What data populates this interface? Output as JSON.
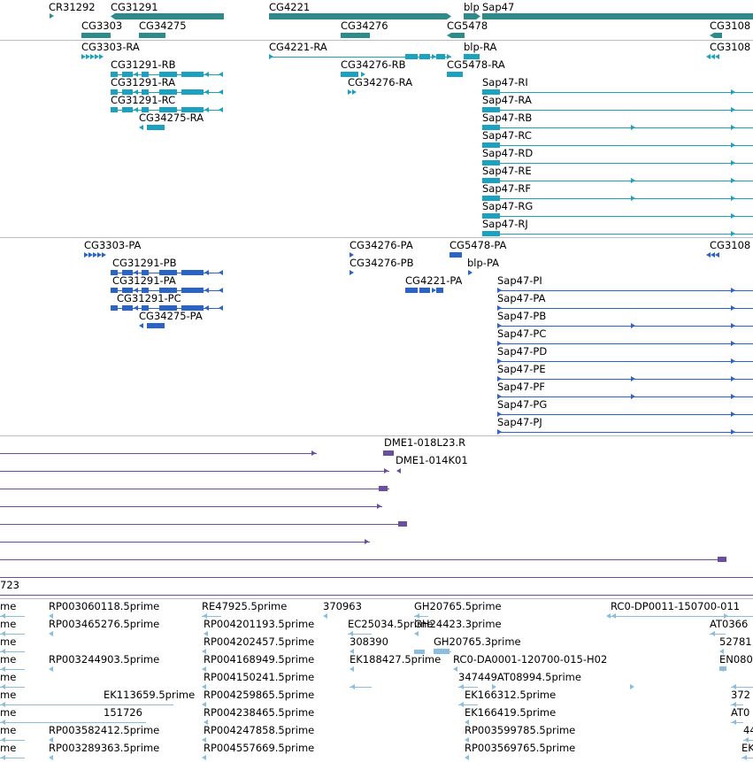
{
  "colors": {
    "gene": "#2e8b8b",
    "transcript": "#1ba2c0",
    "protein": "#2b64c9",
    "clone": "#6a4fa0",
    "est": "#8bbde0",
    "divider": "#b9bec4"
  },
  "gene_track": {
    "labels": [
      "CR31292",
      "CG31291",
      "CG3303",
      "CG34275",
      "CG4221",
      "CG34276",
      "blp",
      "Sap47",
      "CG5478",
      "CG3108"
    ]
  },
  "transcript_track": {
    "labels": [
      "CG3303-RA",
      "CG31291-RB",
      "CG31291-RA",
      "CG31291-RC",
      "CG34275-RA",
      "CG4221-RA",
      "CG34276-RB",
      "CG34276-RA",
      "blp-RA",
      "CG5478-RA",
      "CG3108",
      "Sap47-RI",
      "Sap47-RA",
      "Sap47-RB",
      "Sap47-RC",
      "Sap47-RD",
      "Sap47-RE",
      "Sap47-RF",
      "Sap47-RG",
      "Sap47-RJ"
    ]
  },
  "protein_track": {
    "labels": [
      "CG3303-PA",
      "CG34276-PA",
      "CG5478-PA",
      "CG3108",
      "CG31291-PB",
      "CG34276-PB",
      "blp-PA",
      "CG31291-PA",
      "CG4221-PA",
      "CG31291-PC",
      "CG34275-PA",
      "Sap47-PI",
      "Sap47-PA",
      "Sap47-PB",
      "Sap47-PC",
      "Sap47-PD",
      "Sap47-PE",
      "Sap47-PF",
      "Sap47-PG",
      "Sap47-PJ"
    ]
  },
  "clone_track": {
    "labels": [
      "DME1-018L23.R",
      "DME1-014K01",
      "723"
    ]
  },
  "est_track": {
    "labels": [
      "RP003060118.5prime",
      "RE47925.5prime",
      "370963",
      "GH20765.5prime",
      "RC0-DP0011-150700-011",
      "RP003465276.5prime",
      "RP004201193.5prime",
      "EC25034.5prime",
      "GH24423.3prime",
      "AT0366",
      "RP004202457.5prime",
      "308390",
      "GH20765.3prime",
      "52781",
      "RP003244903.5prime",
      "RP004168949.5prime",
      "EK188427.5prime",
      "RC0-DA0001-120700-015-H02",
      "EN080",
      "RP004150241.5prime",
      "347449AT08994.5prime",
      "EK113659.5prime",
      "RP004259865.5prime",
      "EK166312.5prime",
      "372",
      "151726",
      "RP004238465.5prime",
      "EK166419.5prime",
      "AT0",
      "RP003582412.5prime",
      "RP004247858.5prime",
      "RP003599785.5prime",
      "44",
      "RP003289363.5prime",
      "RP004557669.5prime",
      "RP003569765.5prime",
      "EK"
    ],
    "cut_labels": [
      "me",
      "me",
      "me",
      "me",
      "me",
      "me",
      "me",
      "me",
      "me"
    ]
  }
}
